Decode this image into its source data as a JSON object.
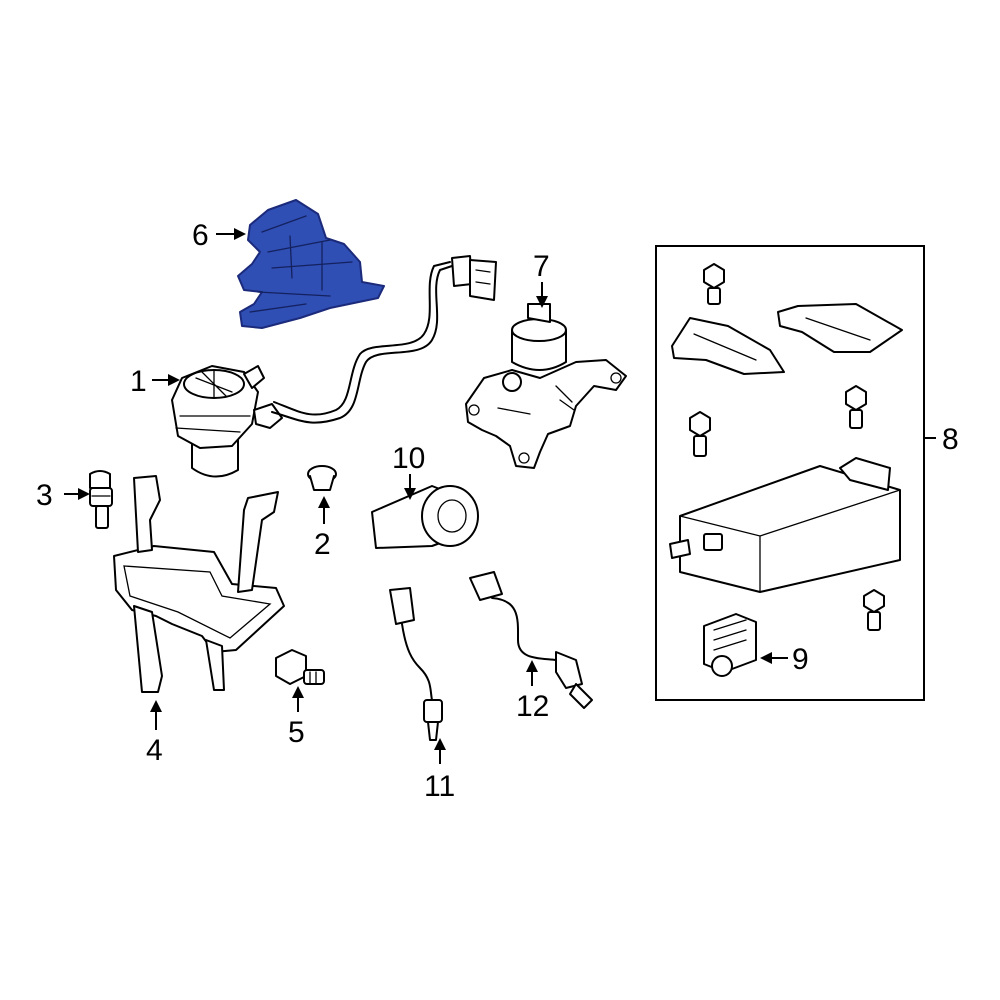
{
  "diagram": {
    "highlight_color": "#2f4fb5",
    "line_color": "#000000",
    "background": "#ffffff",
    "callouts": {
      "c1": "1",
      "c2": "2",
      "c3": "3",
      "c4": "4",
      "c5": "5",
      "c6": "6",
      "c7": "7",
      "c8": "8",
      "c9": "9",
      "c10": "10",
      "c11": "11",
      "c12": "12"
    }
  }
}
